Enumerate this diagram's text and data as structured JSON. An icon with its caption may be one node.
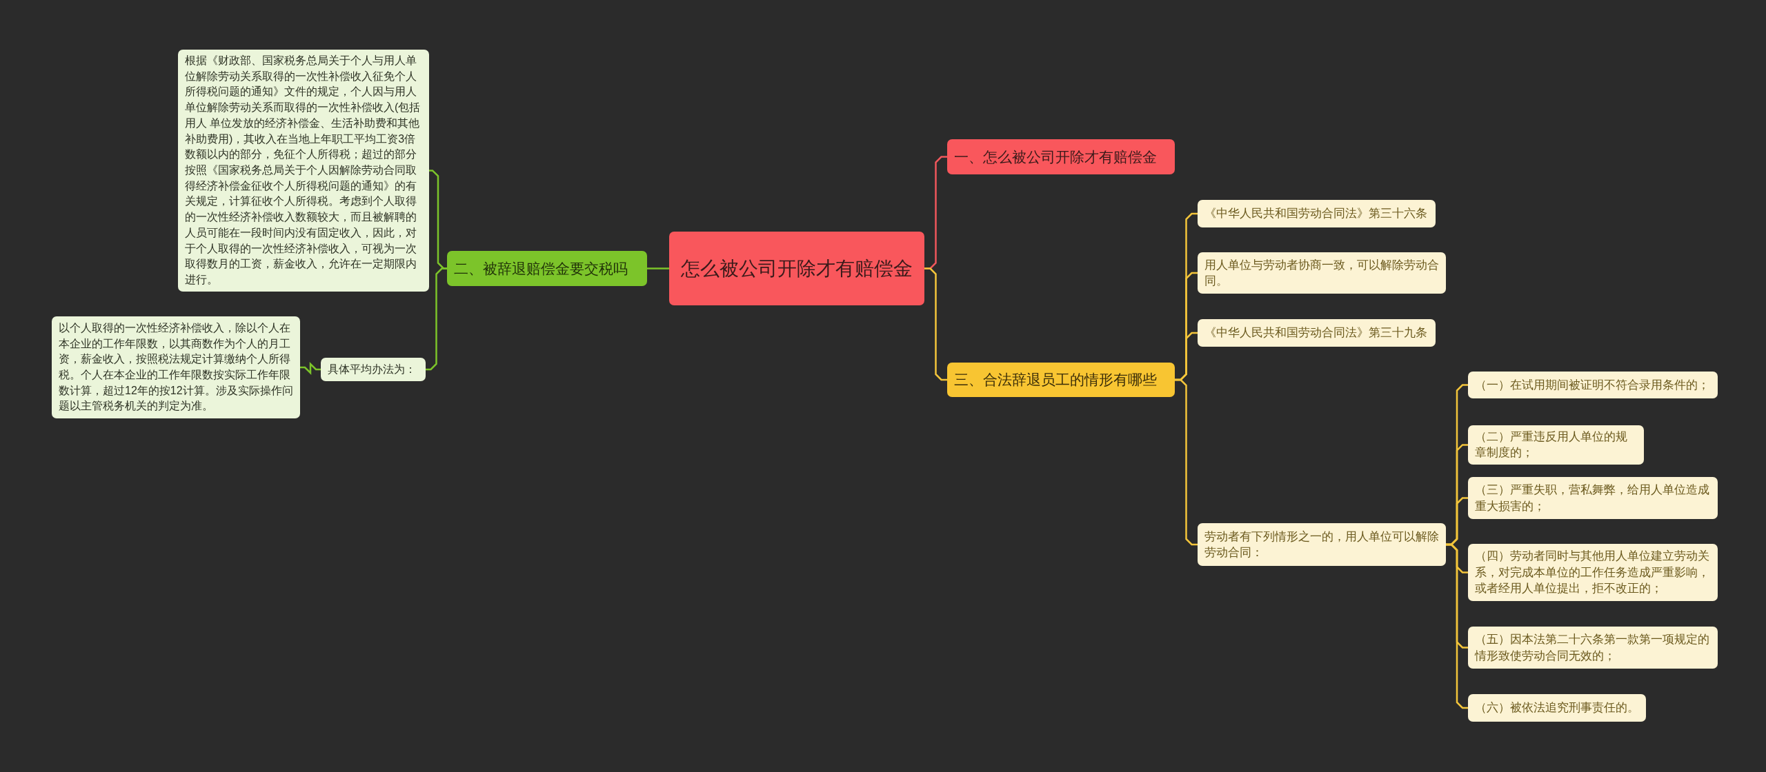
{
  "diagram": {
    "nodes": [
      {
        "text": [
          "怎么被公司开除才有赔偿金"
        ]
      },
      {
        "text": [
          "一、怎么被公司开除才有赔偿金"
        ]
      },
      {
        "text": [
          "三、合法辞退员工的情形有哪些"
        ]
      },
      {
        "text": [
          "《中华人民共和国劳动合同法》第三十六条"
        ]
      },
      {
        "text": [
          "用人单位与劳动者协商一致，可以解除劳动合同。"
        ]
      },
      {
        "text": [
          "《中华人民共和国劳动合同法》第三十九条"
        ]
      },
      {
        "text": [
          "劳动者有下列情形之一的，用人单位可以解除劳动合同："
        ]
      },
      {
        "text": [
          "（一）在试用期间被证明不符合录用条件的；"
        ]
      },
      {
        "text": [
          "（二）严重违反用人单位的规章制度的；"
        ]
      },
      {
        "text": [
          "（三）严重失职，营私舞弊，给用人单位造成重大损害的；"
        ]
      },
      {
        "text": [
          "（四）劳动者同时与其他用人单位建立劳动关系，对完成本单位的工作任务造成严重影响，或者经用人单位提出，拒不改正的；"
        ]
      },
      {
        "text": [
          "（五）因本法第二十六条第一款第一项规定的情形致使劳动合同无效的；"
        ]
      },
      {
        "text": [
          "（六）被依法追究刑事责任的。"
        ]
      },
      {
        "text": [
          "二、被辞退赔偿金要交税吗"
        ]
      },
      {
        "text": [
          "根据《财政部、国家税务总局关于个人与用人单位解除劳动关系取得的一次性补偿收入征免个人所得税问题的通知》文件的规定，个人因与用人单位解除劳动关系而取得的一次性补偿收入(包括用人 单位发放的经济补偿金、生活补助费和其他补助费用)，其收入在当地上年职工平均工资3倍数额以内的部分，免征个人所得税；超过的部分按照《国家税务总局关于个人因解除劳动合同取得经济补偿金征收个人所得税问题的通知》的有关规定，计算征收个人所得税。考虑到个人取得的一次性经济补偿收入数额较大，而且被解聘的人员可能在一段时间内没有固定收入，因此，对于个人取得的一次性经济补偿收入，可视为一次取得数月的工资，薪金收入，允许在一定期限内进行。"
        ]
      },
      {
        "text": [
          "具体平均办法为："
        ]
      },
      {
        "text": [
          "以个人取得的一次性经济补偿收入，除以个人在本企业的工作年限数，以其商数作为个人的月工资，薪金收入，按照税法规定计算缴纳个人所得税。个人在本企业的工作年限数按实际工作年限数计算，超过12年的按12计算。涉及实际操作问题以主管税务机关的判定为准。"
        ]
      }
    ],
    "edges": [
      {
        "from": 0,
        "to": 1,
        "arrow": "none",
        "color": "#f0575c"
      },
      {
        "from": 0,
        "to": 2,
        "arrow": "none"
      },
      {
        "from": 2,
        "to": 3,
        "arrow": "none"
      },
      {
        "from": 2,
        "to": 4,
        "arrow": "none"
      },
      {
        "from": 2,
        "to": 5,
        "arrow": "none"
      },
      {
        "from": 2,
        "to": 6,
        "arrow": "none"
      },
      {
        "from": 6,
        "to": 7,
        "arrow": "none"
      },
      {
        "from": 6,
        "to": 8,
        "arrow": "none"
      },
      {
        "from": 6,
        "to": 9,
        "arrow": "none"
      },
      {
        "from": 6,
        "to": 10,
        "arrow": "none"
      },
      {
        "from": 6,
        "to": 11,
        "arrow": "none"
      },
      {
        "from": 6,
        "to": 12,
        "arrow": "none"
      },
      {
        "from": 0,
        "to": 13,
        "arrow": "none",
        "color": "#7cc42a"
      },
      {
        "from": 13,
        "to": 14,
        "arrow": "none",
        "color": "#7cc42a"
      },
      {
        "from": 13,
        "to": 15,
        "arrow": "none",
        "color": "#7cc42a"
      },
      {
        "from": 15,
        "to": 16,
        "arrow": "none",
        "color": "#7cc42a"
      }
    ]
  }
}
